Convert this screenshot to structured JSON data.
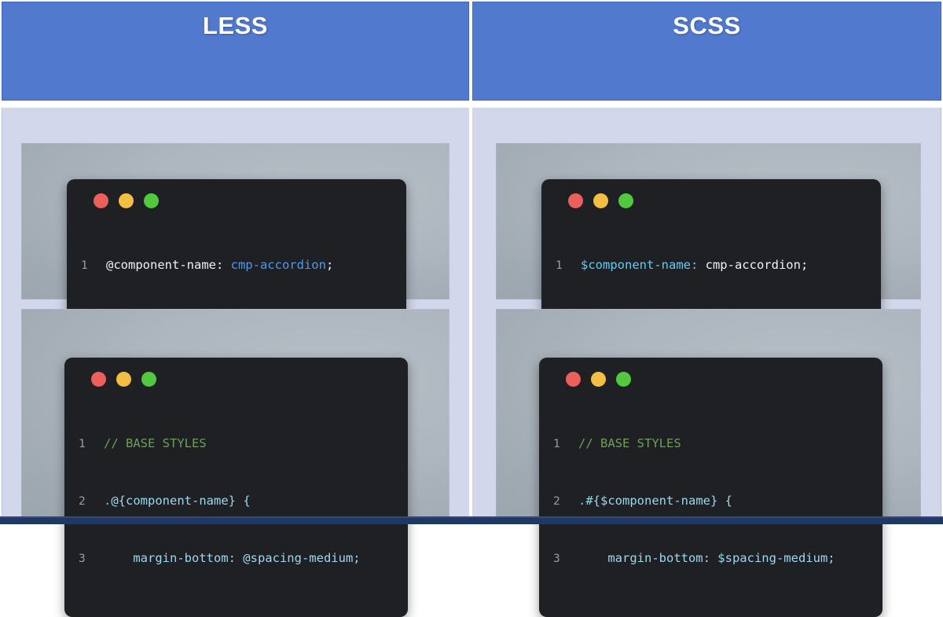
{
  "slide": {
    "background_color": "#d2d7ec",
    "footer_color": "#1f3864"
  },
  "columns": [
    {
      "id": "less",
      "header": {
        "title": "LESS",
        "background_color": "#5179cd",
        "text_color": "#ffffff"
      },
      "cards": [
        {
          "id": "less-variable-card",
          "window": {
            "dots": [
              "red-dot",
              "yellow-dot",
              "green-dot"
            ],
            "lines": [
              {
                "number": "1",
                "tokens": [
                  {
                    "text": "@component-name: ",
                    "color": "plain"
                  },
                  {
                    "text": "cmp-accordion",
                    "color": "blue"
                  },
                  {
                    "text": ";",
                    "color": "punct"
                  }
                ]
              }
            ]
          }
        },
        {
          "id": "less-base-styles-card",
          "window": {
            "dots": [
              "red-dot",
              "yellow-dot",
              "green-dot"
            ],
            "lines": [
              {
                "number": "1",
                "tokens": [
                  {
                    "text": "// BASE STYLES",
                    "color": "green"
                  }
                ]
              },
              {
                "number": "2",
                "tokens": [
                  {
                    "text": ".",
                    "color": "cyanvar"
                  },
                  {
                    "text": "@{component-name} {",
                    "color": "cyan"
                  }
                ]
              },
              {
                "number": "3",
                "tokens": [
                  {
                    "text": "    margin-bottom: @spacing-medium;",
                    "color": "cyan"
                  }
                ]
              }
            ]
          }
        }
      ]
    },
    {
      "id": "scss",
      "header": {
        "title": "SCSS",
        "background_color": "#5179cd",
        "text_color": "#ffffff"
      },
      "cards": [
        {
          "id": "scss-variable-card",
          "window": {
            "dots": [
              "red-dot",
              "yellow-dot",
              "green-dot"
            ],
            "lines": [
              {
                "number": "1",
                "tokens": [
                  {
                    "text": "$component-name:",
                    "color": "cyanvar"
                  },
                  {
                    "text": " cmp-accordion;",
                    "color": "plain"
                  }
                ]
              }
            ]
          }
        },
        {
          "id": "scss-base-styles-card",
          "window": {
            "dots": [
              "red-dot",
              "yellow-dot",
              "green-dot"
            ],
            "lines": [
              {
                "number": "1",
                "tokens": [
                  {
                    "text": "// BASE STYLES",
                    "color": "green"
                  }
                ]
              },
              {
                "number": "2",
                "tokens": [
                  {
                    "text": ".",
                    "color": "cyanvar"
                  },
                  {
                    "text": "#{$component-name} {",
                    "color": "cyan"
                  }
                ]
              },
              {
                "number": "3",
                "tokens": [
                  {
                    "text": "    margin-bottom: $spacing-medium;",
                    "color": "cyan"
                  }
                ]
              }
            ]
          }
        }
      ]
    }
  ],
  "token_colors": {
    "plain": "#f1f1f1",
    "blue": "#4c9af0",
    "cyan": "#9ad8f0",
    "cyanvar": "#5fcdf5",
    "green": "#6d9f56",
    "punct": "#f1f1f1"
  },
  "dot_colors": {
    "red-dot": "#ec5f5b",
    "yellow-dot": "#f3bf42",
    "green-dot": "#52c83e"
  }
}
